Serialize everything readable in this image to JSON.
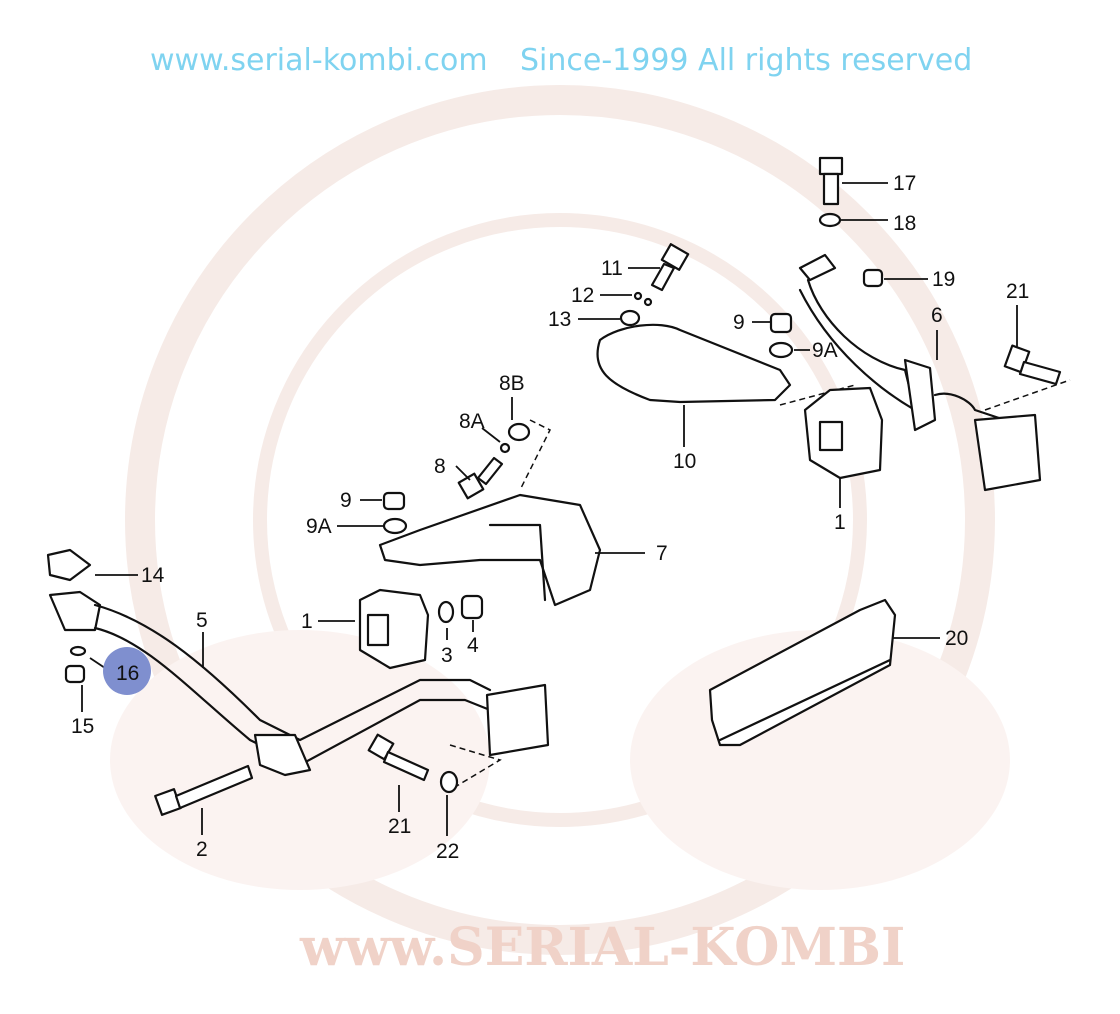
{
  "watermark": {
    "url_text": "www.serial-kombi.com",
    "since_text": "Since-1999 All rights reserved",
    "brand_text": "www.SERIAL-KOMBI"
  },
  "highlight_color": "#7f8fcf",
  "labels": {
    "l17": "17",
    "l18": "18",
    "l19": "19",
    "l21a": "21",
    "l6": "6",
    "l11": "11",
    "l12": "12",
    "l13": "13",
    "l9a": "9",
    "l9Aa": "9A",
    "l10": "10",
    "l1a": "1",
    "l8B": "8B",
    "l8A": "8A",
    "l8": "8",
    "l9b": "9",
    "l9Ab": "9A",
    "l7": "7",
    "l14": "14",
    "l5": "5",
    "l1b": "1",
    "l3": "3",
    "l4": "4",
    "l16": "16",
    "l15": "15",
    "l20": "20",
    "l2": "2",
    "l21b": "21",
    "l22": "22"
  }
}
